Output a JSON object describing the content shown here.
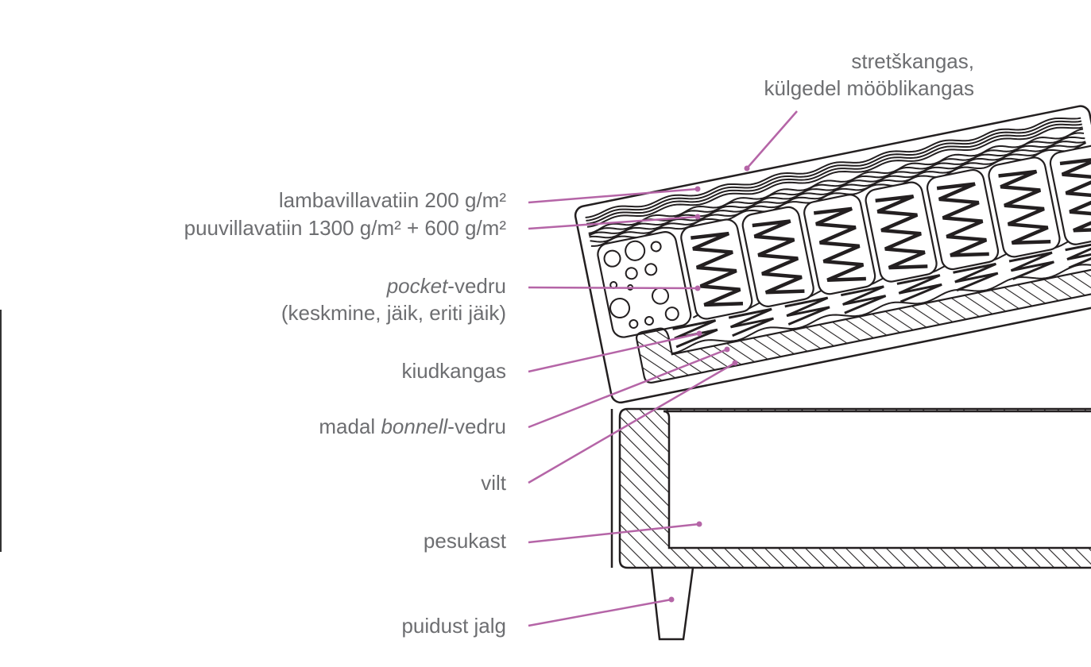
{
  "colors": {
    "text": "#6d6e71",
    "leader": "#b565a7",
    "ink": "#231f20"
  },
  "labels": {
    "cover_1": "stretškangas,",
    "cover_2": "külgedel mööblikangas",
    "wool": "lambavillavatiin 200 g/m²",
    "cotton": "puuvillavatiin 1300 g/m² + 600 g/m²",
    "pocket_em": "pocket",
    "pocket_rest": "-vedru",
    "pocket_sub": "(keskmine, jäik, eriti jäik)",
    "fiber": "kiudkangas",
    "bonnell_pre": "madal ",
    "bonnell_em": "bonnell",
    "bonnell_rest": "-vedru",
    "felt": "vilt",
    "storage": "pesukast",
    "leg": "puidust jalg"
  }
}
